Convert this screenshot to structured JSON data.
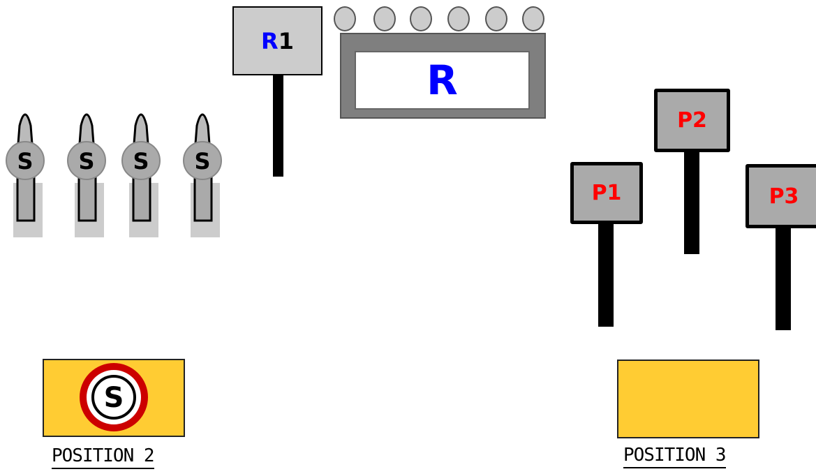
{
  "signs": {
    "r1": {
      "prefix": "R",
      "suffix": "1",
      "prefix_color": "#0000ff",
      "suffix_color": "#000000"
    },
    "p1": {
      "label": "P1",
      "color": "#ff0000"
    },
    "p2": {
      "label": "P2",
      "color": "#ff0000"
    },
    "p3": {
      "label": "P3",
      "color": "#ff0000"
    }
  },
  "r_display": {
    "label": "R",
    "color": "#0000ff",
    "indicator_count": 6
  },
  "soldiers": {
    "count": 4,
    "badge": "S"
  },
  "positions": [
    {
      "label": "POSITION 2",
      "symbol": "S",
      "fill": "#ffcc33",
      "ring_color": "#cc0000"
    },
    {
      "label": "POSITION 3",
      "symbol": "",
      "fill": "#ffcc33"
    }
  ]
}
